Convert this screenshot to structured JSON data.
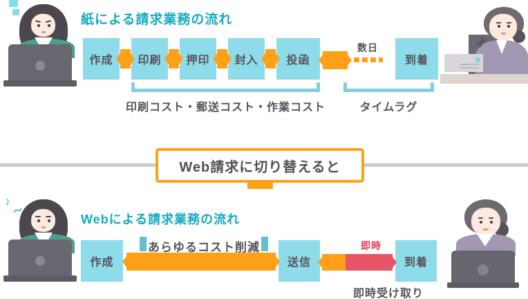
{
  "colors": {
    "accent_orange": "#FFA017",
    "box_blue": "#8EDCEA",
    "title_teal": "#14AAC2",
    "instant_red_bar": "#E65566",
    "instant_red_text": "#E8394F",
    "bracket_teal": "#80CFDD",
    "text_gray": "#54535A",
    "divider_gray": "#CBCBCB"
  },
  "paper_flow": {
    "title": "紙による請求業務の流れ",
    "steps": [
      "作成",
      "印刷",
      "押印",
      "封入",
      "投函"
    ],
    "wait_label": "数日",
    "arrival_label": "到着",
    "cost_label": "印刷コスト・郵送コスト・作業コスト",
    "timelag_label": "タイムラグ"
  },
  "switch_callout": {
    "label": "Web請求に切り替えると"
  },
  "web_flow": {
    "title": "Webによる請求業務の流れ",
    "create_label": "作成",
    "cost_reduction_label": "あらゆるコスト削減",
    "send_label": "送信",
    "instant_label": "即時",
    "arrival_label": "到着",
    "receipt_label": "即時受け取り",
    "music_note": "♪",
    "music_wave": "〜"
  }
}
